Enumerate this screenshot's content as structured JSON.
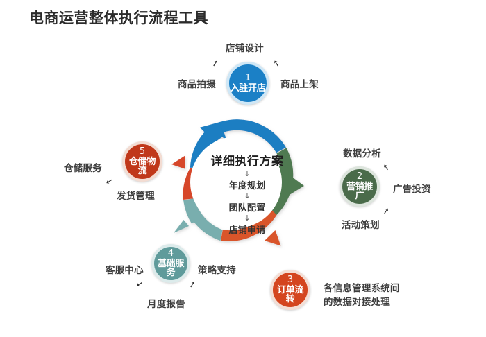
{
  "page": {
    "title": "电商运营整体执行流程工具",
    "background_color": "#ffffff"
  },
  "center": {
    "headline": "详细执行方案",
    "arrow_glyph": "↓",
    "steps": [
      "年度规划",
      "团队配置",
      "店铺申请"
    ]
  },
  "ring": {
    "segments": [
      {
        "name": "top-blue",
        "color": "#1a7ec2"
      },
      {
        "name": "right-green",
        "color": "#4f7a51"
      },
      {
        "name": "bottom-orange",
        "color": "#d9552c"
      },
      {
        "name": "bottom-left-teal",
        "color": "#79aeae"
      },
      {
        "name": "left-red",
        "color": "#d6472a"
      }
    ]
  },
  "nodes": [
    {
      "number": "1",
      "label": "入驻开店",
      "color": "#1b80c6",
      "ring_color": "#bfe0f2",
      "satellites": [
        "店铺设计",
        "商品拍摄",
        "商品上架"
      ]
    },
    {
      "number": "2",
      "label": "营销推广",
      "color": "#4a6b4a",
      "ring_color": "#d6e0d6",
      "satellites": [
        "数据分析",
        "广告投资",
        "活动策划"
      ]
    },
    {
      "number": "3",
      "label": "订单流转",
      "color": "#d4451f",
      "ring_color": "#f3d6cb",
      "satellites": [
        "各信息管理系统间\n的数据对接处理"
      ]
    },
    {
      "number": "4",
      "label": "基础服务",
      "color": "#5f9b9b",
      "ring_color": "#d6e8e8",
      "satellites": [
        "客服中心",
        "策略支持",
        "月度报告"
      ]
    },
    {
      "number": "5",
      "label": "仓储物流",
      "color": "#c0381a",
      "ring_color": "#f2d8cd",
      "satellites": [
        "仓储服务",
        "发货管理"
      ]
    }
  ],
  "satellite_labels": {
    "n1_top": "店铺设计",
    "n1_left": "商品拍摄",
    "n1_right": "商品上架",
    "n2_top": "数据分析",
    "n2_right": "广告投资",
    "n2_bottom": "活动策划",
    "n3_right_line1": "各信息管理系统间",
    "n3_right_line2": "的数据对接处理",
    "n4_left": "客服中心",
    "n4_right": "策略支持",
    "n4_bottom": "月度报告",
    "n5_left": "仓储服务",
    "n5_bottom": "发货管理"
  },
  "arrow_glyphs": {
    "up_right": "➚",
    "down_right": "➘",
    "up_left": "➚",
    "down_left": "➘"
  }
}
